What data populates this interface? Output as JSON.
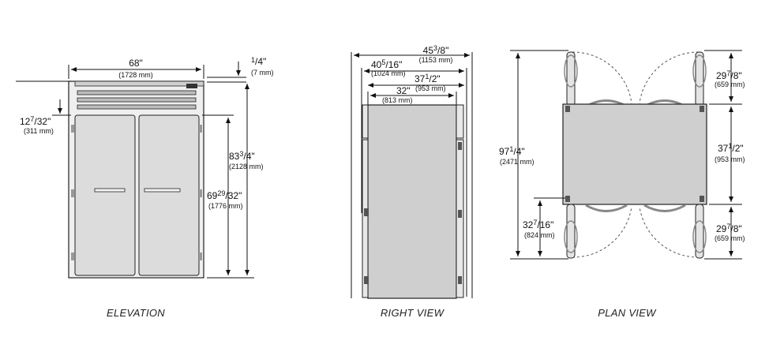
{
  "views": {
    "elevation": {
      "caption": "ELEVATION",
      "width": {
        "n": "68",
        "unit": "\"",
        "mm": "(1728 mm)"
      },
      "top_gap": {
        "n": "1",
        "sep": "/",
        "d": "4",
        "unit": "\"",
        "mm": "(7 mm)"
      },
      "door_top": {
        "w": "12",
        "n": "7",
        "sep": "/32",
        "unit": "\"",
        "mm": "(311 mm)"
      },
      "total_height": {
        "w": "83",
        "n": "3",
        "sep": "/4",
        "unit": "\"",
        "mm": "(2128 mm)"
      },
      "door_height": {
        "w": "69",
        "n": "29",
        "sep": "/32",
        "unit": "\"",
        "mm": "(1776 mm)"
      }
    },
    "right": {
      "caption": "RIGHT VIEW",
      "overall_depth": {
        "w": "45",
        "n": "3",
        "sep": "/8",
        "unit": "\"",
        "mm": "(1153 mm)"
      },
      "depth_handles": {
        "w": "40",
        "n": "5",
        "sep": "/16",
        "unit": "\"",
        "mm": "(1024 mm)"
      },
      "depth_doors": {
        "w": "37",
        "n": "1",
        "sep": "/2",
        "unit": "\"",
        "mm": "(953 mm)"
      },
      "body_depth": {
        "n": "32",
        "unit": "\"",
        "mm": "(813 mm)"
      }
    },
    "plan": {
      "caption": "PLAN VIEW",
      "total": {
        "w": "97",
        "n": "1",
        "sep": "/4",
        "unit": "\"",
        "mm": "(2471 mm)"
      },
      "swing_back": {
        "w": "29",
        "n": "7",
        "sep": "/8",
        "unit": "\"",
        "mm": "(659 mm)"
      },
      "body": {
        "w": "37",
        "n": "1",
        "sep": "/2",
        "unit": "\"",
        "mm": "(953 mm)"
      },
      "swing_front": {
        "w": "29",
        "n": "7",
        "sep": "/8",
        "unit": "\"",
        "mm": "(659 mm)"
      },
      "door_clear": {
        "w": "32",
        "n": "7",
        "sep": "/16",
        "unit": "\"",
        "mm": "(824 mm)"
      }
    }
  },
  "colors": {
    "line": "#111111",
    "panel": "#dcdcdc",
    "body": "#cfcfcf"
  }
}
